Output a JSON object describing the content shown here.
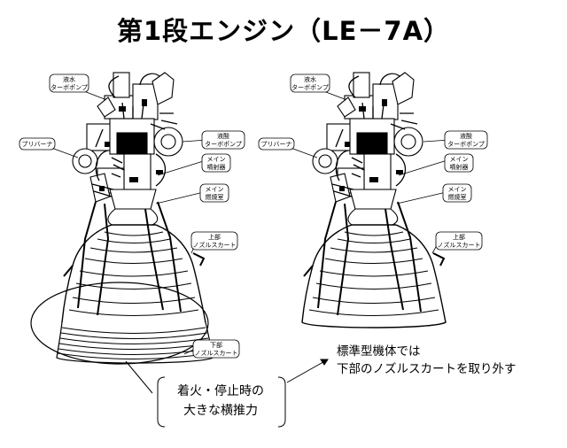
{
  "title": "第1段エンジン（LE－7A）",
  "engines": [
    {
      "labels": {
        "lh2_pump": [
          "液水",
          "ターボポンプ"
        ],
        "lox_pump": [
          "液酸",
          "ターボポンプ"
        ],
        "preburner": [
          "プリバーナ"
        ],
        "main_injector": [
          "メイン",
          "噴射器"
        ],
        "main_chamber": [
          "メイン",
          "燃焼室"
        ],
        "upper_skirt": [
          "上部",
          "ノズルスカート"
        ],
        "lower_skirt": [
          "下部",
          "ノズルスカート"
        ]
      }
    },
    {
      "labels": {
        "lh2_pump": [
          "液水",
          "ターボポンプ"
        ],
        "lox_pump": [
          "液酸",
          "ターボポンプ"
        ],
        "preburner": [
          "プリバーナ"
        ],
        "main_injector": [
          "メイン",
          "噴射器"
        ],
        "main_chamber": [
          "メイン",
          "燃焼室"
        ],
        "upper_skirt": [
          "上部",
          "ノズルスカート"
        ]
      }
    }
  ],
  "notes": {
    "thrust": [
      "着火・停止時の",
      "大きな横推力"
    ],
    "standard": [
      "標準型機体では",
      "下部のノズルスカートを取り外す"
    ]
  }
}
